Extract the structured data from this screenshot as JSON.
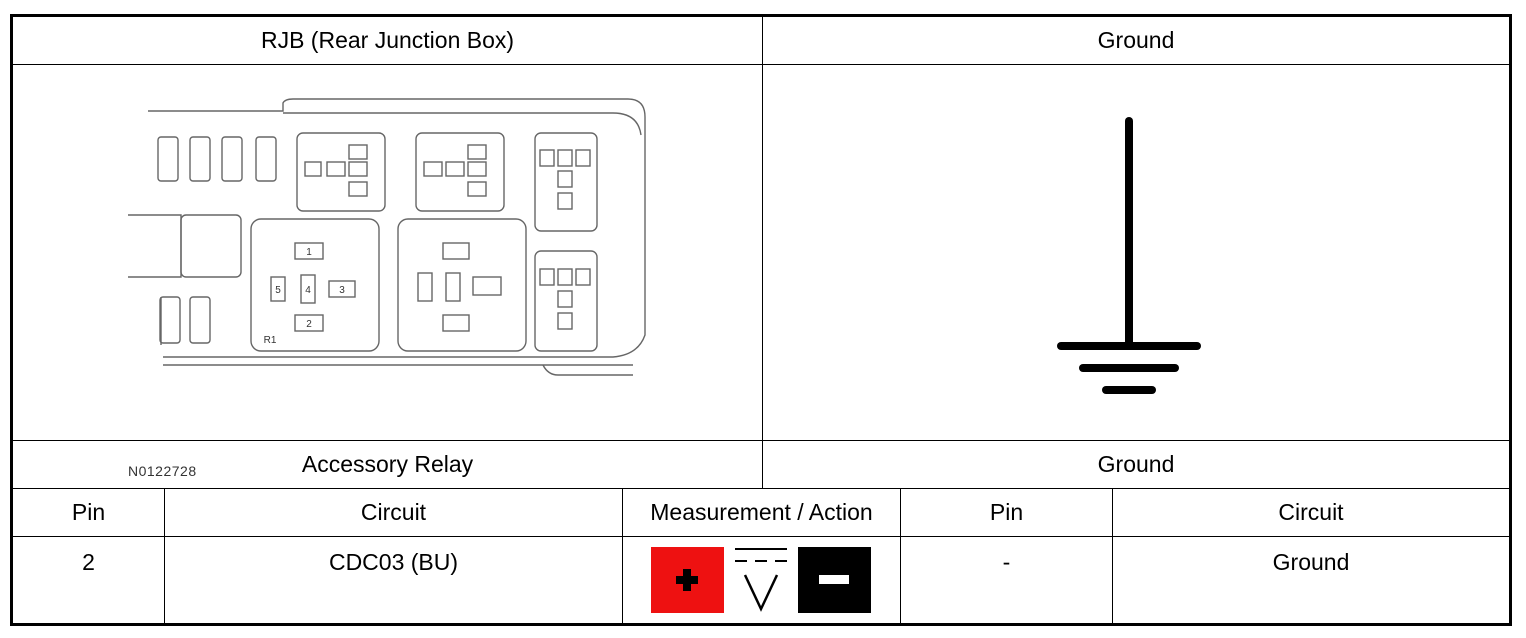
{
  "table": {
    "left_header": "RJB (Rear Junction Box)",
    "right_header": "Ground",
    "connector_code": "N0122728",
    "left_sub_header": "Accessory Relay",
    "right_sub_header": "Ground",
    "columns": [
      "Pin",
      "Circuit",
      "Measurement / Action",
      "Pin",
      "Circuit"
    ],
    "rows": [
      {
        "pin": "2",
        "circuit": "CDC03 (BU)",
        "measurement_icons": [
          "positive-probe-icon",
          "dc-voltage-icon",
          "negative-probe-icon"
        ],
        "ground_pin": "-",
        "ground_circuit": "Ground"
      }
    ]
  },
  "relay_pins": [
    "1",
    "2",
    "3",
    "4",
    "5"
  ],
  "relay_label": "R1",
  "colors": {
    "positive": "#ee1111",
    "negative": "#000000",
    "line": "#000000"
  }
}
